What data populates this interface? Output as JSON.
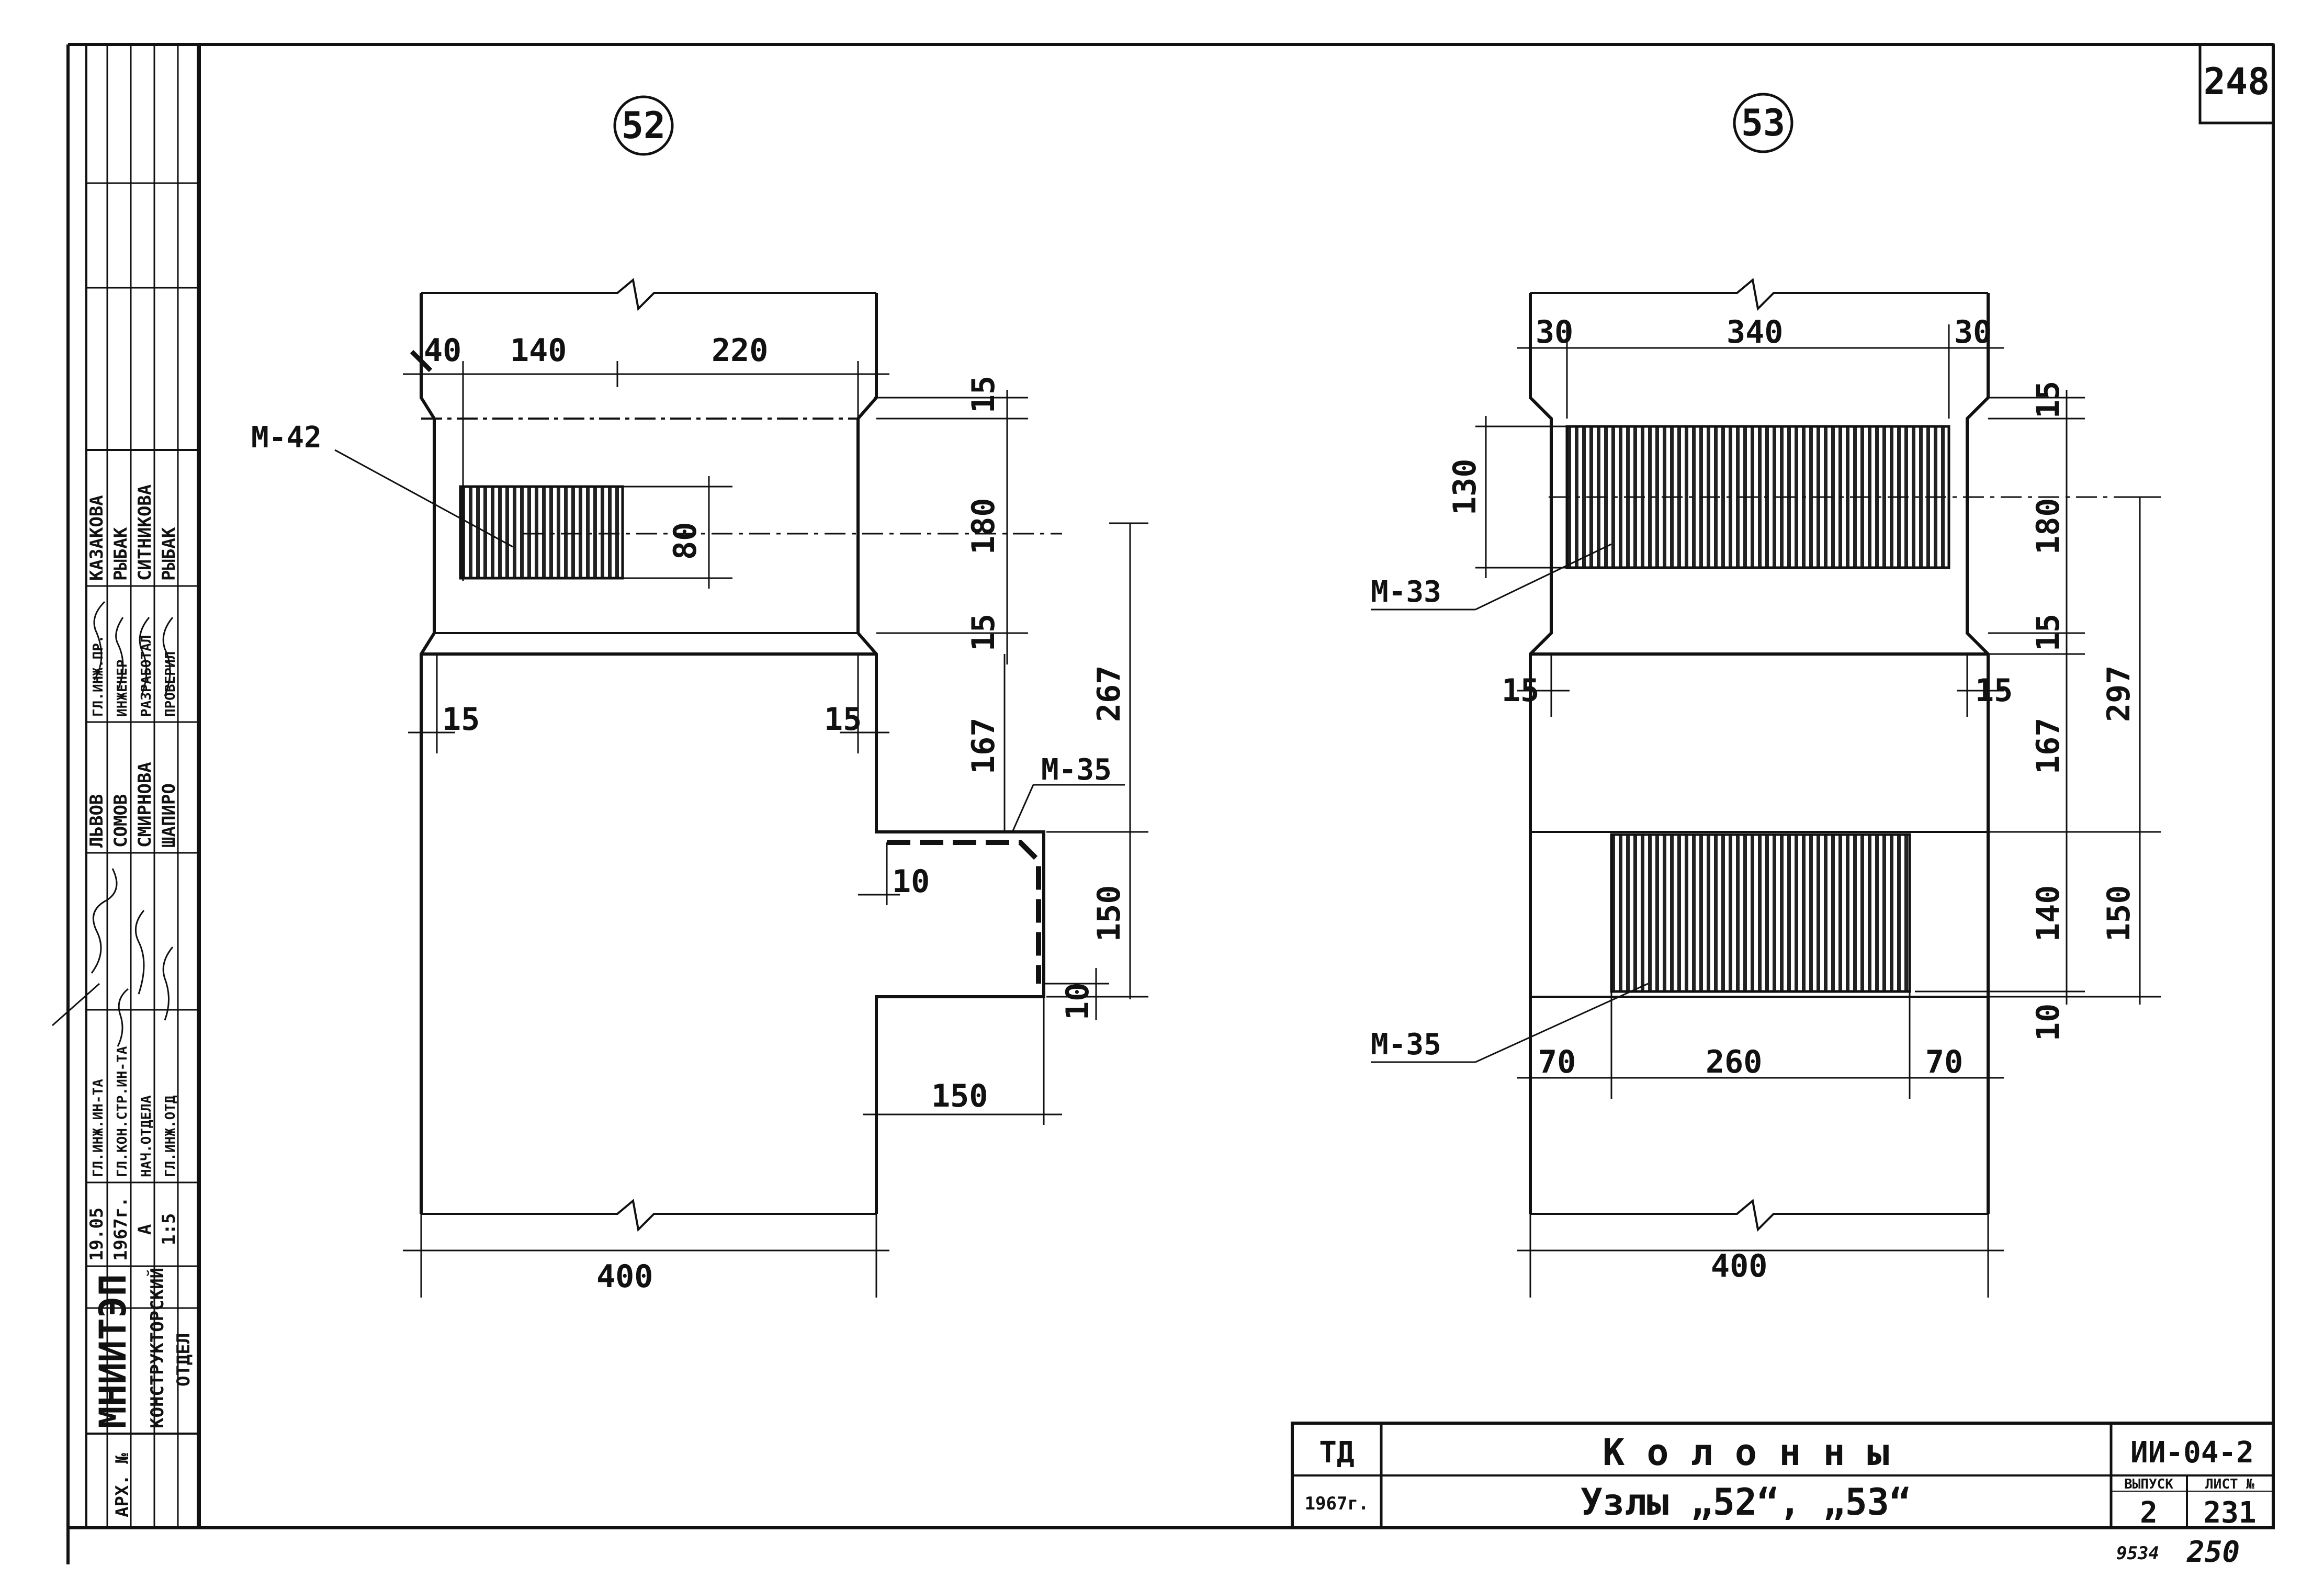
{
  "sheet": {
    "page_number": "248",
    "bottom_number_left": "9534",
    "bottom_number_right": "250"
  },
  "left_panel": {
    "org": "МНИИТЭП",
    "dept_line1": "КОНСТРУКТОРСКИЙ",
    "dept_line2": "ОТДЕЛ",
    "arch_no": "АРХ. №",
    "date1": "19.05",
    "date2": "1967г.",
    "letter": "А",
    "scale": "1:5",
    "roles": [
      "ГЛ.ИНЖ.ИН-ТА",
      "ГЛ.КОН.СТР.ИН-ТА",
      "НАЧ.ОТДЕЛА",
      "ГЛ.ИНЖ.ОТД"
    ],
    "names1": [
      "ЛЬВОВ",
      "СОМОВ",
      "СМИРНОВА",
      "ШАПИРО"
    ],
    "roles2": [
      "ГЛ.ИНЖ.ПР.",
      "ИНЖЕНЕР",
      "РАЗРАБОТАЛ",
      "ПРОВЕРИЛ"
    ],
    "names2": [
      "КАЗАКОВА",
      "РЫБАК",
      "СИТНИКОВА",
      "РЫБАК"
    ]
  },
  "node52": {
    "number": "52",
    "dims_top": [
      "40",
      "140",
      "220"
    ],
    "right_dims": [
      "15",
      "180",
      "15",
      "167",
      "150",
      "10"
    ],
    "dim_267": "267",
    "dim_80": "80",
    "side_15_left": "15",
    "side_15_right": "15",
    "dim_10": "10",
    "dim_150_bottom": "150",
    "bottom_width": "400",
    "plate_upper": "М-42",
    "plate_lower": "М-35"
  },
  "node53": {
    "number": "53",
    "dims_top": [
      "30",
      "340",
      "30"
    ],
    "dim_130": "130",
    "right_dims": [
      "15",
      "180",
      "15",
      "167",
      "140",
      "10"
    ],
    "dim_297": "297",
    "dim_150": "150",
    "side_15_left": "15",
    "side_15_right": "15",
    "dims_bottom": [
      "70",
      "260",
      "70"
    ],
    "bottom_width": "400",
    "plate_upper": "М-33",
    "plate_lower": "М-35"
  },
  "title_block": {
    "code_left": "ТД",
    "year": "1967г.",
    "title": "К о л о н н ы",
    "subtitle": "Узлы „52“, „53“",
    "series": "ИИ-04-2",
    "issue_label": "ВЫПУСК",
    "sheet_label": "ЛИСТ №",
    "issue": "2",
    "sheet_no": "231"
  }
}
